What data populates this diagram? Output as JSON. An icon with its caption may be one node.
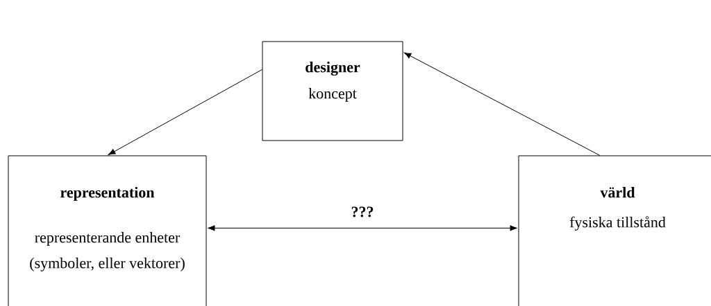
{
  "diagram": {
    "nodes": [
      {
        "text": [
          "designer",
          "koncept"
        ]
      },
      {
        "text": [
          "representation",
          "representerande enheter (symboler, eller vektorer)"
        ]
      },
      {
        "text": [
          "värld",
          "fysiska tillstånd"
        ]
      }
    ],
    "edges": [
      {
        "from": 0,
        "to": 1,
        "arrow": "to"
      },
      {
        "from": 2,
        "to": 0,
        "arrow": "to"
      },
      {
        "from": 1,
        "to": 2,
        "arrow": "both",
        "label": "???"
      }
    ]
  }
}
